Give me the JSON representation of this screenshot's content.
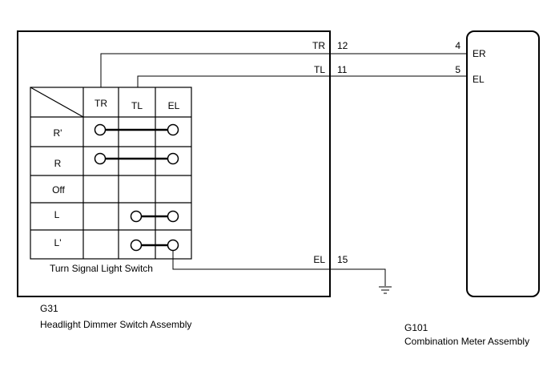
{
  "diagram": {
    "switch_assembly": {
      "id": "G31",
      "name": "Headlight Dimmer Switch Assembly",
      "switch_name": "Turn Signal Light Switch"
    },
    "meter_assembly": {
      "id": "G101",
      "name": "Combination Meter Assembly"
    },
    "switch_table": {
      "columns": [
        "TR",
        "TL",
        "EL"
      ],
      "rows": [
        "R'",
        "R",
        "Off",
        "L",
        "L'"
      ]
    },
    "connections": {
      "tr": {
        "signal": "TR",
        "pin": "12",
        "meter_pin": "4",
        "meter_signal": "ER"
      },
      "tl": {
        "signal": "TL",
        "pin": "11",
        "meter_pin": "5",
        "meter_signal": "EL"
      },
      "el": {
        "signal": "EL",
        "pin": "15"
      }
    }
  }
}
